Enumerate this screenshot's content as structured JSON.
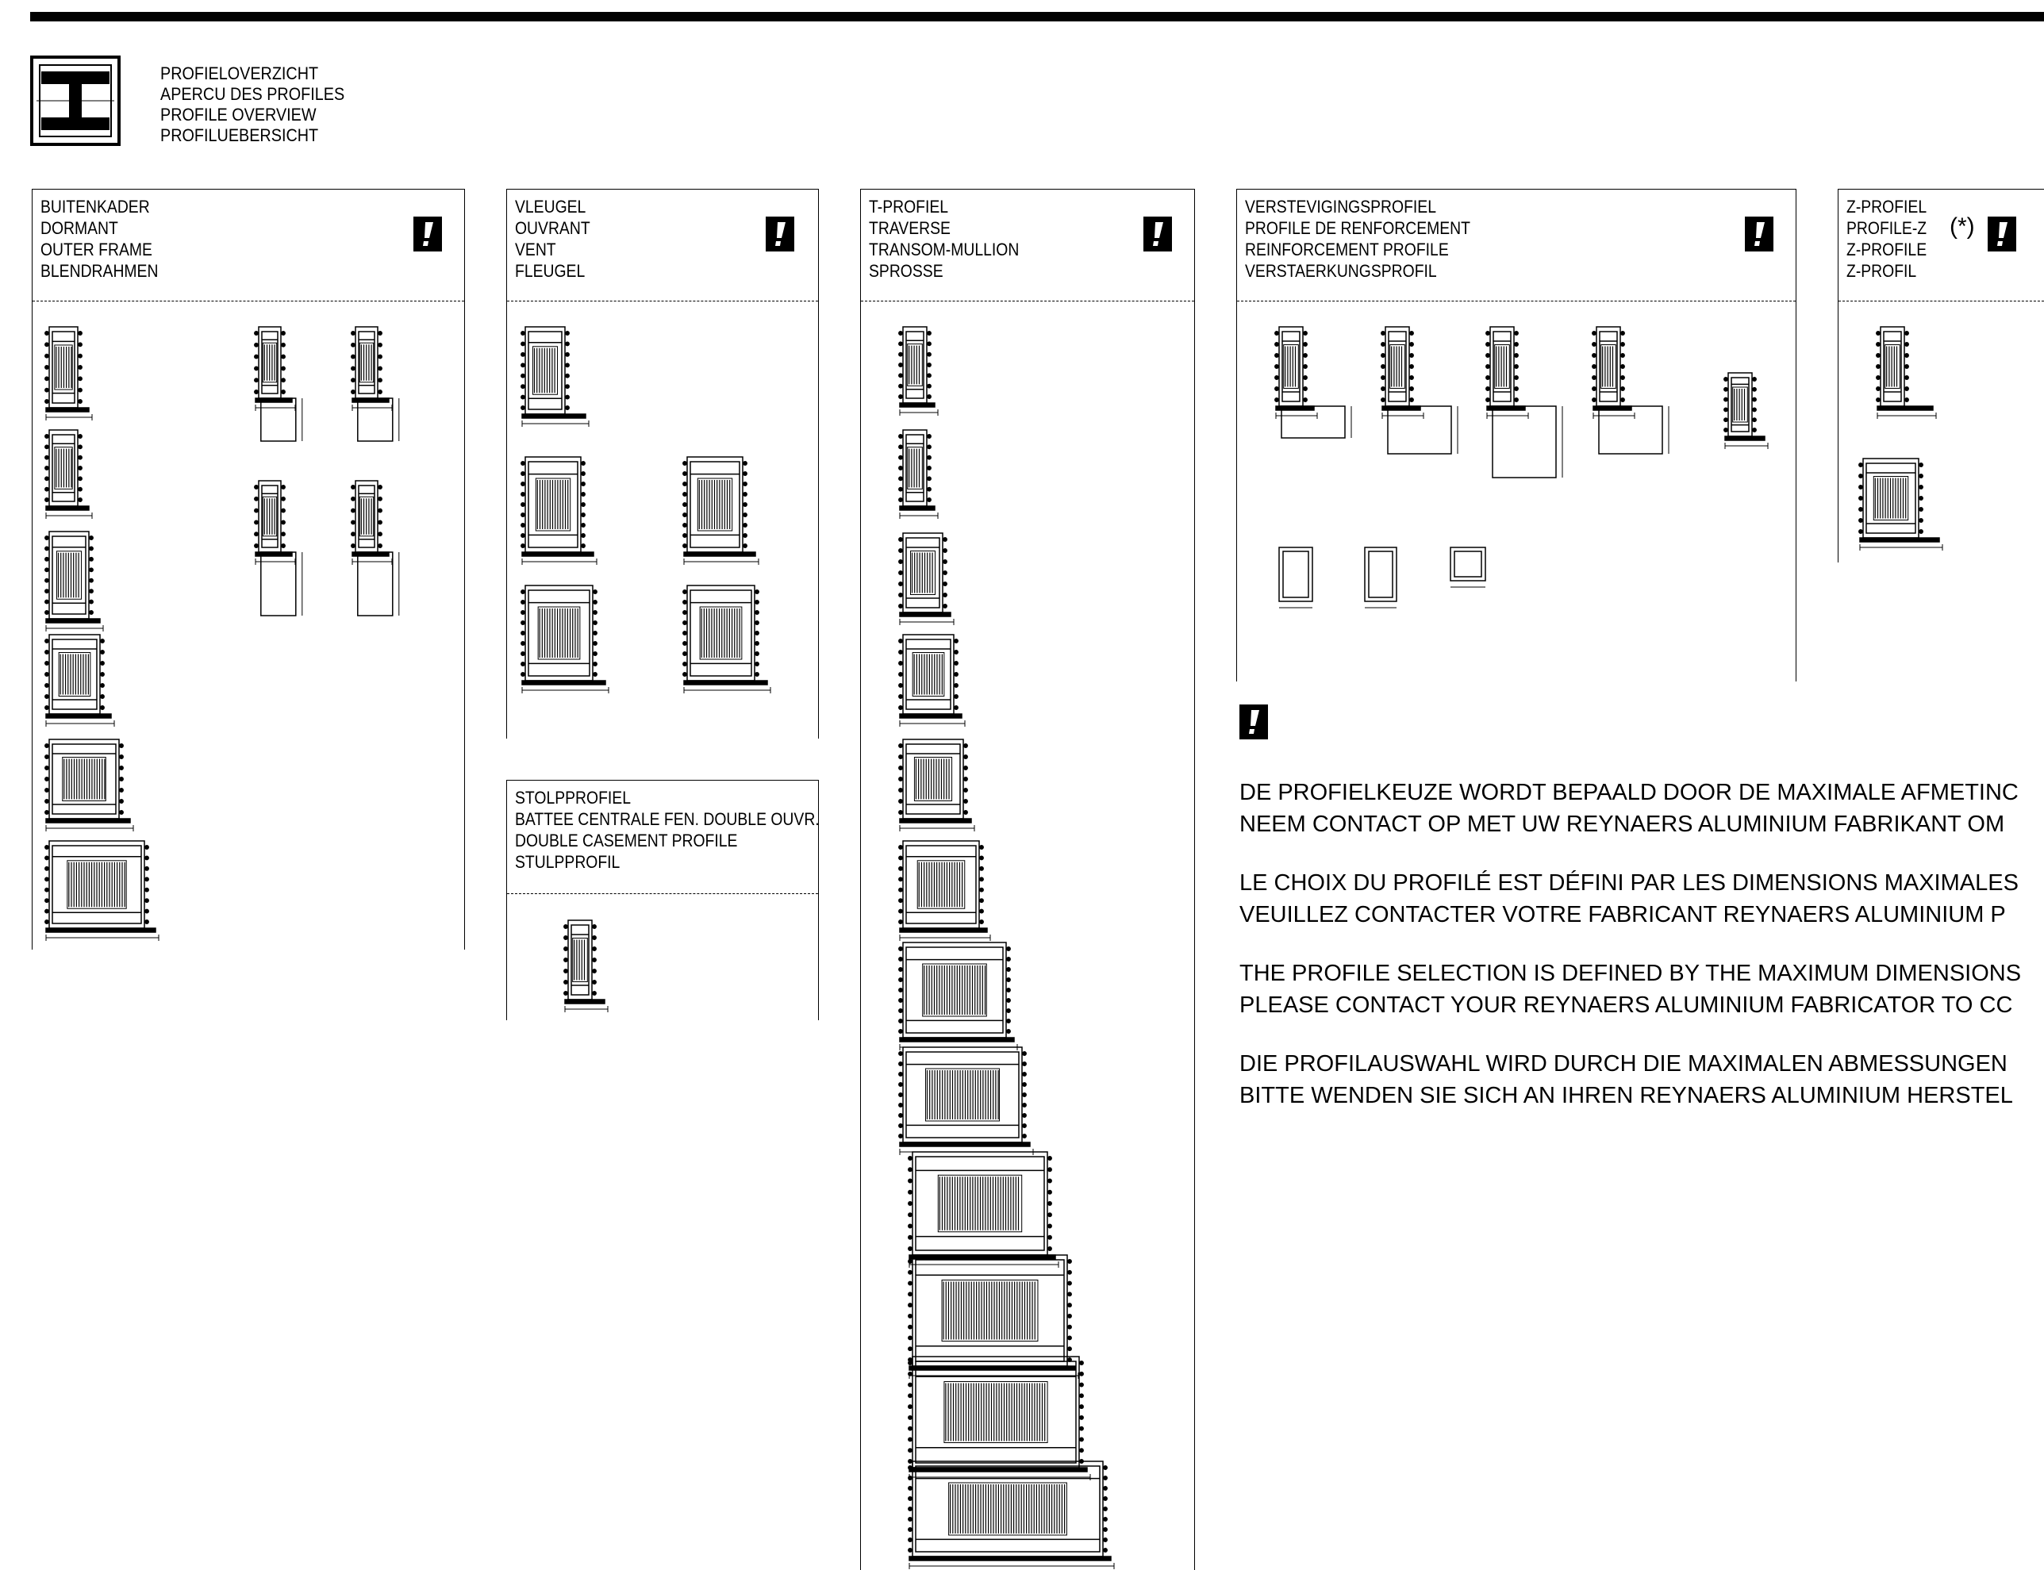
{
  "header": {
    "title_lines": [
      "PROFIELOVERZICHT",
      "APERCU DES PROFILES",
      "PROFILE OVERVIEW",
      "PROFILUEBERSICHT"
    ],
    "logo_icon": "i-beam-profile-icon"
  },
  "panels": {
    "frame": {
      "lines": [
        "BUITENKADER",
        "DORMANT",
        "OUTER FRAME",
        "BLENDRAHMEN"
      ]
    },
    "vent": {
      "lines": [
        "VLEUGEL",
        "OUVRANT",
        "VENT",
        "FLEUGEL"
      ]
    },
    "tprofile": {
      "lines": [
        "T-PROFIEL",
        "TRAVERSE",
        "TRANSOM-MULLION",
        "SPROSSE"
      ]
    },
    "reinforcement": {
      "lines": [
        "VERSTEVIGINGSPROFIEL",
        "PROFILE DE RENFORCEMENT",
        "REINFORCEMENT PROFILE",
        "VERSTAERKUNGSPROFIL"
      ]
    },
    "zprofile": {
      "lines": [
        "Z-PROFIEL",
        "PROFILE-Z",
        "Z-PROFILE",
        "Z-PROFIL"
      ],
      "note_mark": "(*)"
    },
    "stolp": {
      "lines": [
        "STOLPPROFIEL",
        "BATTEE CENTRALE FEN. DOUBLE OUVR.",
        "DOUBLE CASEMENT PROFILE",
        "STULPPROFIL"
      ]
    }
  },
  "warning_icon": "exclamation-warning-icon",
  "notes": [
    [
      "DE PROFIELKEUZE WORDT BEPAALD DOOR DE MAXIMALE AFMETINC",
      "NEEM CONTACT OP MET UW REYNAERS ALUMINIUM FABRIKANT OM"
    ],
    [
      "LE CHOIX DU PROFILÉ EST DÉFINI PAR LES DIMENSIONS MAXIMALES",
      "VEUILLEZ CONTACTER VOTRE FABRICANT REYNAERS ALUMINIUM P"
    ],
    [
      "THE PROFILE SELECTION IS DEFINED BY THE MAXIMUM DIMENSIONS",
      "PLEASE CONTACT YOUR REYNAERS ALUMINIUM FABRICATOR TO CC"
    ],
    [
      "DIE PROFILAUSWAHL WIRD DURCH DIE MAXIMALEN ABMESSUNGEN",
      "BITTE WENDEN SIE SICH AN IHREN REYNAERS ALUMINIUM HERSTEL"
    ]
  ],
  "colors": {
    "ink": "#000000",
    "paper": "#ffffff"
  }
}
